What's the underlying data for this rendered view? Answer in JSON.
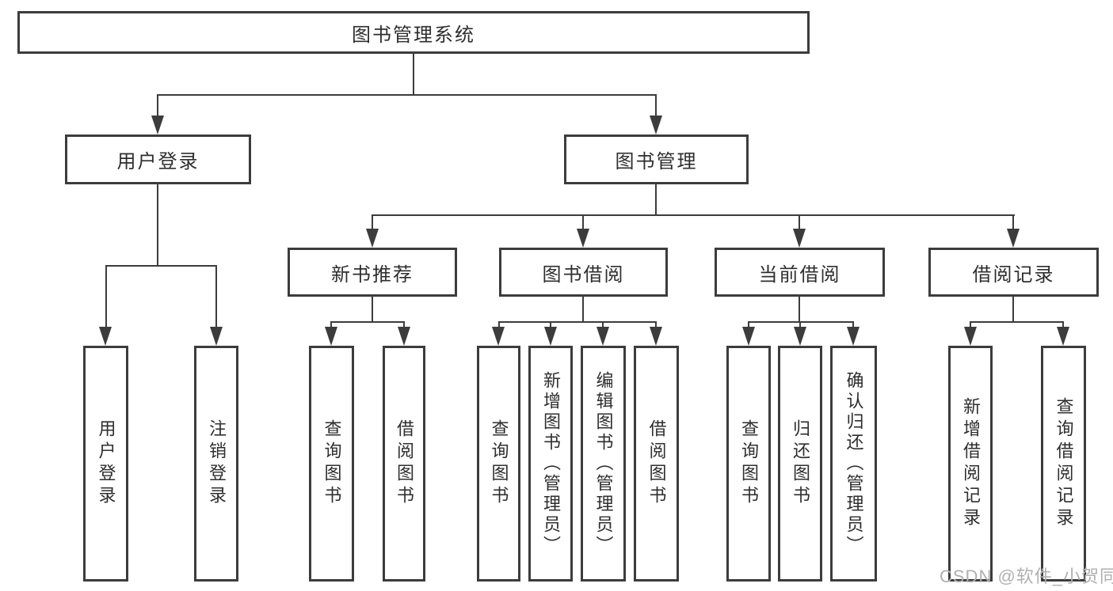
{
  "tree": {
    "root": {
      "label": "图书管理系统",
      "children": [
        {
          "label": "用户登录",
          "children": [
            {
              "label": "用户登录"
            },
            {
              "label": "注销登录"
            }
          ]
        },
        {
          "label": "图书管理",
          "children": [
            {
              "label": "新书推荐",
              "children": [
                {
                  "label": "查询图书"
                },
                {
                  "label": "借阅图书"
                }
              ]
            },
            {
              "label": "图书借阅",
              "children": [
                {
                  "label": "查询图书"
                },
                {
                  "label": "新增图书（管理员）"
                },
                {
                  "label": "编辑图书（管理员）"
                },
                {
                  "label": "借阅图书"
                }
              ]
            },
            {
              "label": "当前借阅",
              "children": [
                {
                  "label": "查询图书"
                },
                {
                  "label": "归还图书"
                },
                {
                  "label": "确认归还（管理员）"
                }
              ]
            },
            {
              "label": "借阅记录",
              "children": [
                {
                  "label": "新增借阅记录"
                },
                {
                  "label": "查询借阅记录"
                }
              ]
            }
          ]
        }
      ]
    }
  },
  "watermark": {
    "text": "CSDN @软件_小贺同学"
  },
  "colors": {
    "line": "#3c3c3c",
    "text": "#2e2e2e",
    "watermark": "#b0b0b0",
    "background": "#ffffff"
  }
}
